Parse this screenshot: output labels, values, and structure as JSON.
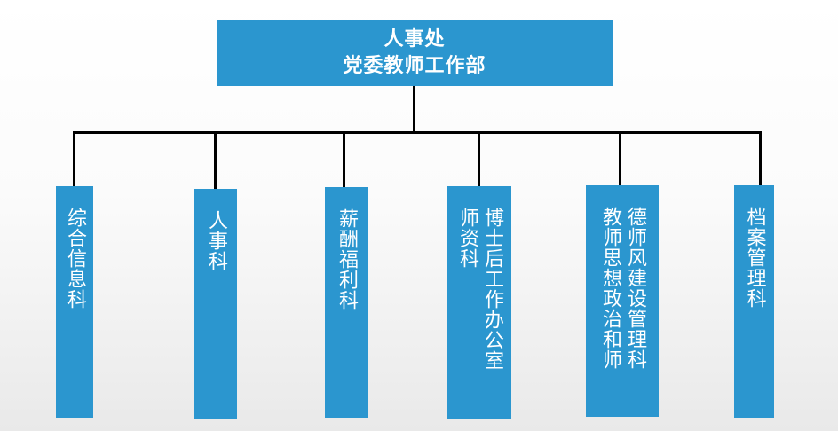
{
  "diagram": {
    "root": {
      "line1": "人事处",
      "line2": "党委教师工作部"
    },
    "children": [
      {
        "columns": [
          "综合信息科"
        ]
      },
      {
        "columns": [
          "人事科"
        ]
      },
      {
        "columns": [
          "薪酬福利科"
        ]
      },
      {
        "columns": [
          "博士后工作办公室",
          "师资科"
        ]
      },
      {
        "columns": [
          "德师风建设管理科",
          "教师思想政治和师"
        ]
      },
      {
        "columns": [
          "档案管理科"
        ]
      }
    ]
  },
  "colors": {
    "box": "#2b96cf",
    "connector": "#000000",
    "text": "#ffffff"
  }
}
